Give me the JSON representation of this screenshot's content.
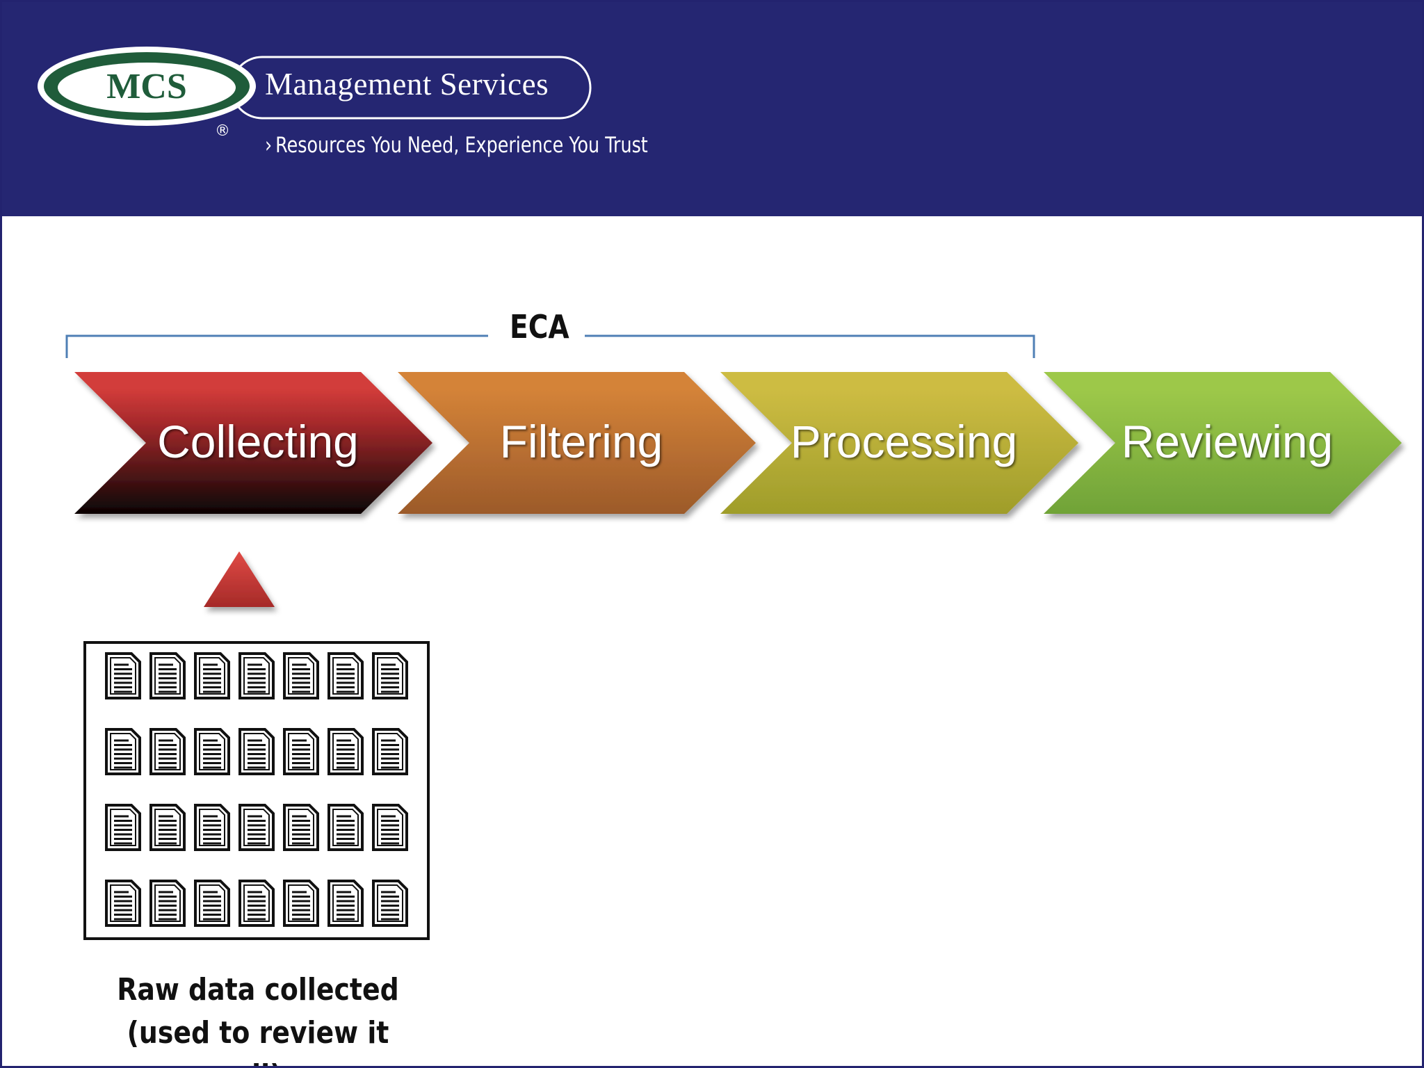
{
  "header": {
    "logo_text": "MCS",
    "registered_mark": "®",
    "brand_name": "Management Services",
    "tagline_marker": "›",
    "tagline": "Resources You Need, Experience You Trust"
  },
  "diagram": {
    "bracket_label": "ECA",
    "stages": [
      {
        "label": "Collecting",
        "top_color": "#d23c3a",
        "bottom_color": "#0a0404"
      },
      {
        "label": "Filtering",
        "top_color": "#d48338",
        "bottom_color": "#9c5a2a"
      },
      {
        "label": "Processing",
        "top_color": "#cdbc43",
        "bottom_color": "#9f9d2a"
      },
      {
        "label": "Reviewing",
        "top_color": "#9dc849",
        "bottom_color": "#70a338"
      }
    ],
    "active_stage": "Collecting",
    "indicator_color": "#d23c3a",
    "document_grid": {
      "rows": 4,
      "columns": 7,
      "icon": "document-icon"
    },
    "caption_line1": "Raw data collected",
    "caption_line2": "(used to review it all)"
  },
  "colors": {
    "header_bg": "#252672",
    "logo_green": "#1f5c3a",
    "bracket_line": "#4f7fb5"
  }
}
